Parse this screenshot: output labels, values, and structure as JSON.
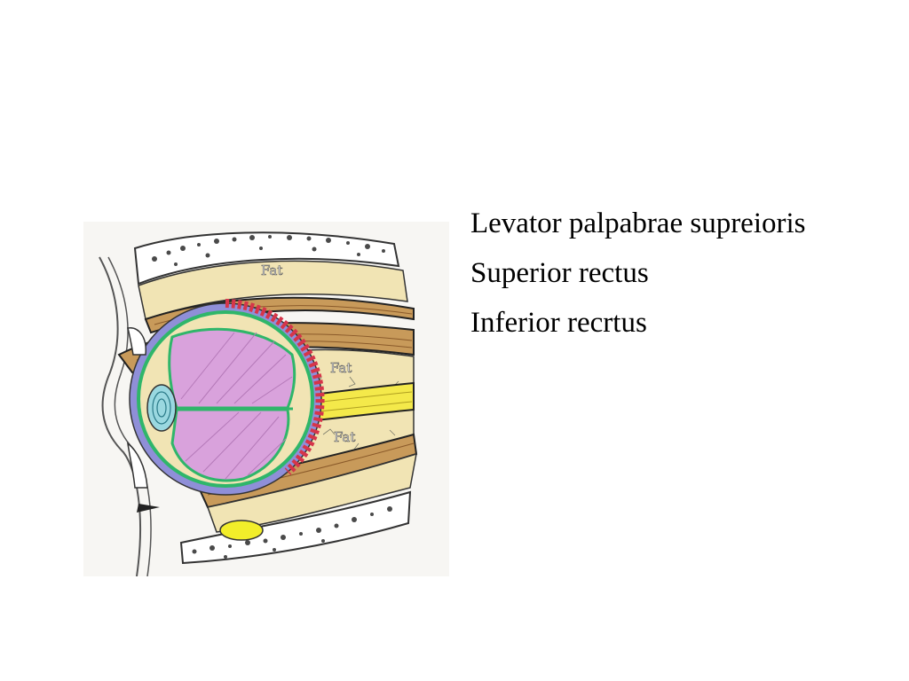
{
  "slide": {
    "bullets": [
      {
        "text": "Levator palpabrae supreioris"
      },
      {
        "text": "Superior rectus"
      },
      {
        "text": "Inferior recrtus"
      }
    ]
  },
  "diagram": {
    "labels": {
      "fat_top": "Fat",
      "fat_middle": "Fat",
      "fat_lower": "Fat"
    },
    "colors": {
      "bone": "#4a4a4a",
      "fat": "#f1e4b4",
      "muscle": "#c89a5a",
      "optic_nerve": "#f4e94a",
      "lens_vitreous": "#d9a2dc",
      "choroid": "#d6354a",
      "retina_layer": "#2fb66a",
      "sclera": "#8f8fd8",
      "cornea_iris": "#9ad8e0",
      "gland": "#f2ee2a"
    }
  }
}
